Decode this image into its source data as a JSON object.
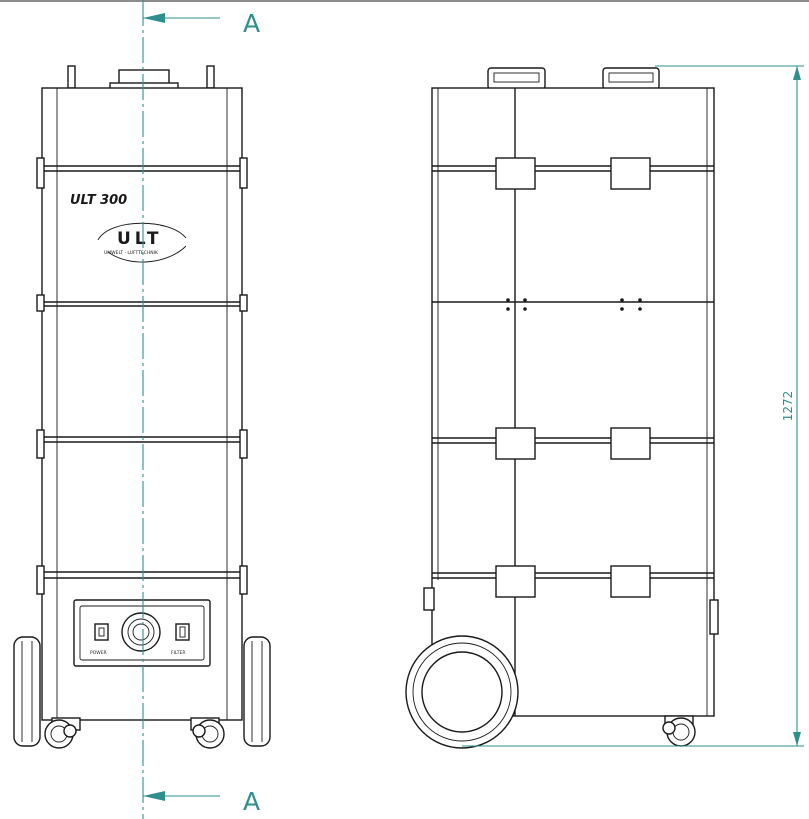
{
  "colors": {
    "dimension": "#2e8f8c",
    "line": "#1a1a1a",
    "background": "#ffffff"
  },
  "section": {
    "top_label": "A",
    "bottom_label": "A"
  },
  "dimension": {
    "height_value": "1272"
  },
  "front_view": {
    "model_label": "ULT 300",
    "logo_text": "ULT",
    "logo_subtext": "UMWELT · LUFTTECHNIK",
    "switch_left_label": "POWER",
    "switch_right_label": "FILTER"
  }
}
